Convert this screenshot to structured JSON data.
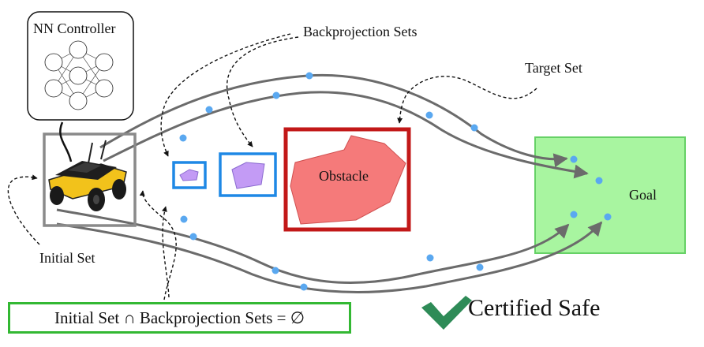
{
  "labels": {
    "nn_controller": "NN Controller",
    "backprojection_sets": "Backprojection Sets",
    "target_set": "Target Set",
    "obstacle": "Obstacle",
    "goal": "Goal",
    "initial_set": "Initial Set",
    "equation": "Initial Set ∩ Backprojection Sets = ∅",
    "certified": "Certified Safe"
  },
  "colors": {
    "trajectory": "#6b6b6b",
    "waypoint": "#5aa8f0",
    "obstacle_fill": "#f57a7a",
    "obstacle_border": "#c21818",
    "backprojection_border": "#1e88e5",
    "backprojection_fill": "#c39bf5",
    "goal_fill": "#a8f5a0",
    "goal_border": "#66d166",
    "initial_border": "#8a8a8a",
    "check": "#2e8b57",
    "equation_border": "#33b833"
  },
  "icons": [
    "neural-network-icon",
    "robot-icon",
    "checkmark-icon"
  ]
}
